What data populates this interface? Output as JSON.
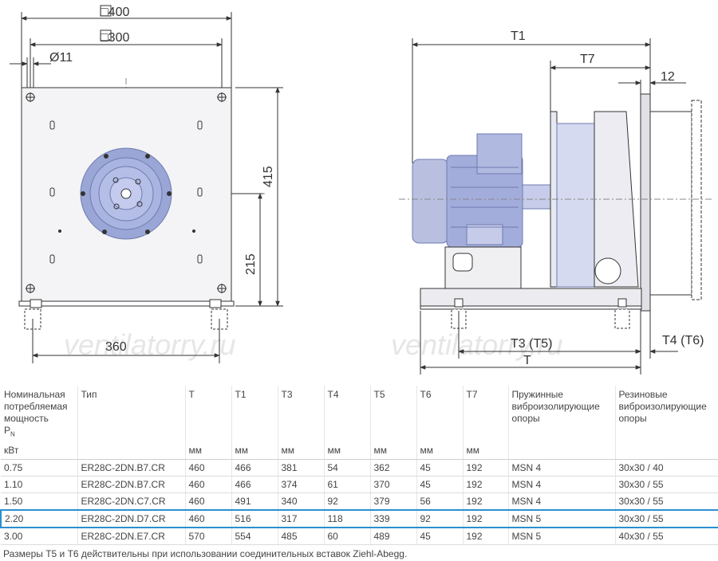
{
  "drawing": {
    "dims": {
      "sq400": "□400",
      "sq300": "□300",
      "d11": "Ø11",
      "h415": "415",
      "h215": "215",
      "w360": "360",
      "t1": "T1",
      "t7": "T7",
      "n12": "12",
      "t3t5": "T3 (T5)",
      "t": "T",
      "t4t6": "T4 (T6)"
    },
    "watermark": "ventilatorry.ru",
    "colors": {
      "line": "#333333",
      "fan_blue": "#9aa6d6",
      "fan_dark": "#6f7bb0",
      "metal": "#cfd0d6"
    }
  },
  "table": {
    "headers": [
      [
        "Номинальная",
        "потребляемая",
        "мощность"
      ],
      [
        "Тип"
      ],
      [
        "T"
      ],
      [
        "T1"
      ],
      [
        "T3"
      ],
      [
        "T4"
      ],
      [
        "T5"
      ],
      [
        "T6"
      ],
      [
        "T7"
      ],
      [
        "Пружинные",
        "виброизолирующие",
        "опоры"
      ],
      [
        "Резиновые",
        "виброизолирующие",
        "опоры"
      ]
    ],
    "pn_main": "P",
    "pn_sub": "N",
    "units": [
      "кВт",
      "",
      "мм",
      "мм",
      "мм",
      "мм",
      "мм",
      "мм",
      "мм",
      "",
      ""
    ],
    "rows": [
      [
        "0.75",
        "ER28C-2DN.B7.CR",
        "460",
        "466",
        "381",
        "54",
        "362",
        "45",
        "192",
        "MSN 4",
        "30x30 / 40"
      ],
      [
        "1.10",
        "ER28C-2DN.B7.CR",
        "460",
        "466",
        "374",
        "61",
        "370",
        "45",
        "192",
        "MSN 4",
        "30x30 / 55"
      ],
      [
        "1.50",
        "ER28C-2DN.C7.CR",
        "460",
        "491",
        "340",
        "92",
        "379",
        "56",
        "192",
        "MSN 4",
        "30x30 / 55"
      ],
      [
        "2.20",
        "ER28C-2DN.D7.CR",
        "460",
        "516",
        "317",
        "118",
        "339",
        "92",
        "192",
        "MSN 5",
        "30x30 / 55"
      ],
      [
        "3.00",
        "ER28C-2DN.E7.CR",
        "570",
        "554",
        "485",
        "60",
        "489",
        "45",
        "192",
        "MSN 5",
        "40x30 / 55"
      ]
    ],
    "selected_row": 3,
    "note": "Размеры T5 и T6 действительны при использовании соединительных вставок Ziehl-Abegg."
  }
}
